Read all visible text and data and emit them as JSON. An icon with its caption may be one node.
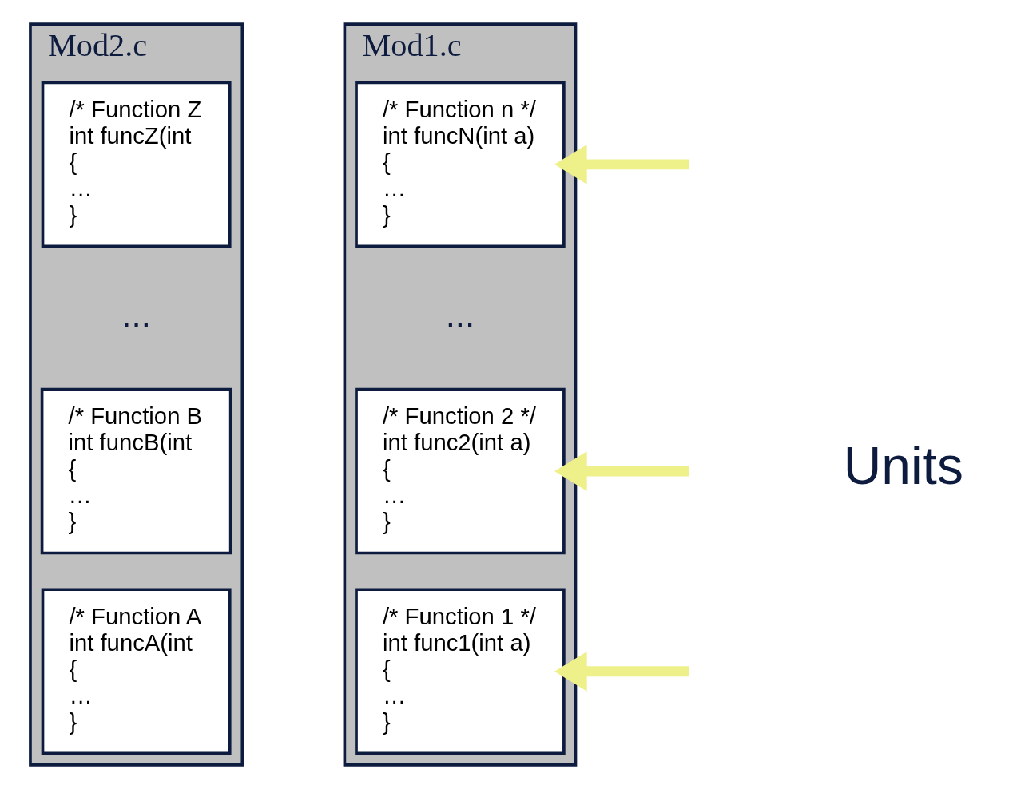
{
  "diagram": {
    "nodes": [
      {
        "text": [
          "Mod1.c"
        ]
      },
      {
        "text": [
          "/* Function 1 */",
          "int func1(int a)",
          "{",
          "…",
          "}"
        ],
        "in": 0
      },
      {
        "text": [
          "/* Function 2 */",
          "int func2(int a)",
          "{",
          "…",
          "}"
        ],
        "in": 0
      },
      {
        "text": [
          "/* Function n */",
          "int funcN(int a)",
          "{",
          "…",
          "}"
        ],
        "in": 0
      },
      {
        "text": [
          "Mod2.c"
        ]
      },
      {
        "text": [
          "/* Function A",
          "int funcA(int",
          "{",
          "…",
          "}"
        ],
        "in": 4
      },
      {
        "text": [
          "/* Function B",
          "int funcB(int",
          "{",
          "…",
          "}"
        ],
        "in": 4
      },
      {
        "text": [
          "/* Function Z",
          "int funcZ(int",
          "{",
          "…",
          "}"
        ],
        "in": 4
      }
    ],
    "edges": [
      {
        "from": null,
        "to": 1,
        "arrow": "to"
      },
      {
        "from": null,
        "to": 2,
        "arrow": "to"
      },
      {
        "from": null,
        "to": 3,
        "arrow": "to"
      }
    ],
    "labels": [
      "...",
      "...",
      "Units"
    ]
  }
}
